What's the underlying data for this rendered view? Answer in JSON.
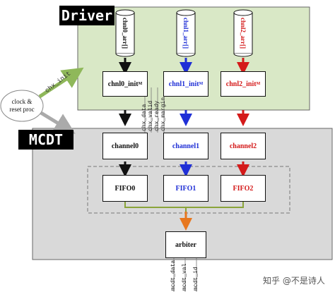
{
  "driver": {
    "title": "Driver",
    "cylinders": [
      {
        "label": "chnl0_arr[]",
        "color": "#111111"
      },
      {
        "label": "chnl1_arr[]",
        "color": "#1f2fd6"
      },
      {
        "label": "chnl2_arr[]",
        "color": "#d41a1a"
      }
    ],
    "init_boxes": [
      {
        "label": "chnl0_init",
        "sup": "M"
      },
      {
        "label": "chnl1_init",
        "sup": "M"
      },
      {
        "label": "chnl2_init",
        "sup": "M"
      }
    ]
  },
  "clock": {
    "line1": "clock &",
    "line2": "reset proc",
    "arrow_label": "chx_init"
  },
  "mcdt": {
    "title": "MCDT",
    "channels": [
      "channel0",
      "channel1",
      "channel2"
    ],
    "fifos": [
      "FIFO0",
      "FIFO1",
      "FIFO2"
    ],
    "arbiter": "arbiter"
  },
  "signals_mid": [
    "chx_data",
    "chx_valid",
    "chx_ready",
    "chx_margin"
  ],
  "signals_out": [
    "mcdt_data",
    "mcdt_val",
    "mcdt_id"
  ],
  "watermark": "知乎 @不是诗人",
  "colors": {
    "driver_bg": "#d9e8c6",
    "mcdt_bg": "#d9d9d9",
    "black": "#111111",
    "blue": "#1f2fd6",
    "red": "#d41a1a",
    "olive": "#8aa43a",
    "orange": "#e7771e"
  }
}
